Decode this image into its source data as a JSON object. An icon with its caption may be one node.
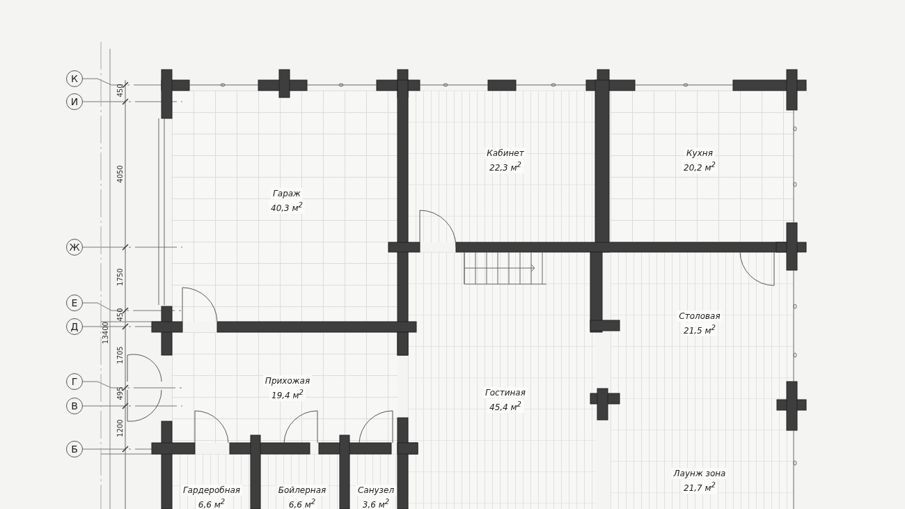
{
  "diagram": {
    "nodes": [
      {
        "text": [
          "К"
        ]
      },
      {
        "text": [
          "И"
        ]
      },
      {
        "text": [
          "Ж"
        ]
      },
      {
        "text": [
          "Е"
        ]
      },
      {
        "text": [
          "Д"
        ]
      },
      {
        "text": [
          "Г"
        ]
      },
      {
        "text": [
          "В"
        ]
      },
      {
        "text": [
          "Б"
        ]
      },
      {
        "text": [
          "Гараж",
          "40,3 м$^{2}$"
        ]
      },
      {
        "text": [
          "Кабинет",
          "22,3 м$^{2}$"
        ]
      },
      {
        "text": [
          "Кухня",
          "20,2 м$^{2}$"
        ]
      },
      {
        "text": [
          "Прихожая",
          "19,4 м$^{2}$"
        ]
      },
      {
        "text": [
          "Гостиная",
          "45,4 м$^{2}$"
        ]
      },
      {
        "text": [
          "Столовая",
          "21,5 м$^{2}$"
        ]
      },
      {
        "text": [
          "Лаунж зона",
          "21,7 м$^{2}$"
        ]
      },
      {
        "text": [
          "Гардеробная",
          "6,6 м$^{2}$"
        ]
      },
      {
        "text": [
          "Бойлерная",
          "6,6 м$^{2}$"
        ]
      },
      {
        "text": [
          "Санузел",
          "3,6 м$^{2}$"
        ]
      }
    ],
    "labels": [
      "450",
      "4050",
      "1750",
      "450",
      "1705",
      "495",
      "1200",
      "13400"
    ]
  }
}
